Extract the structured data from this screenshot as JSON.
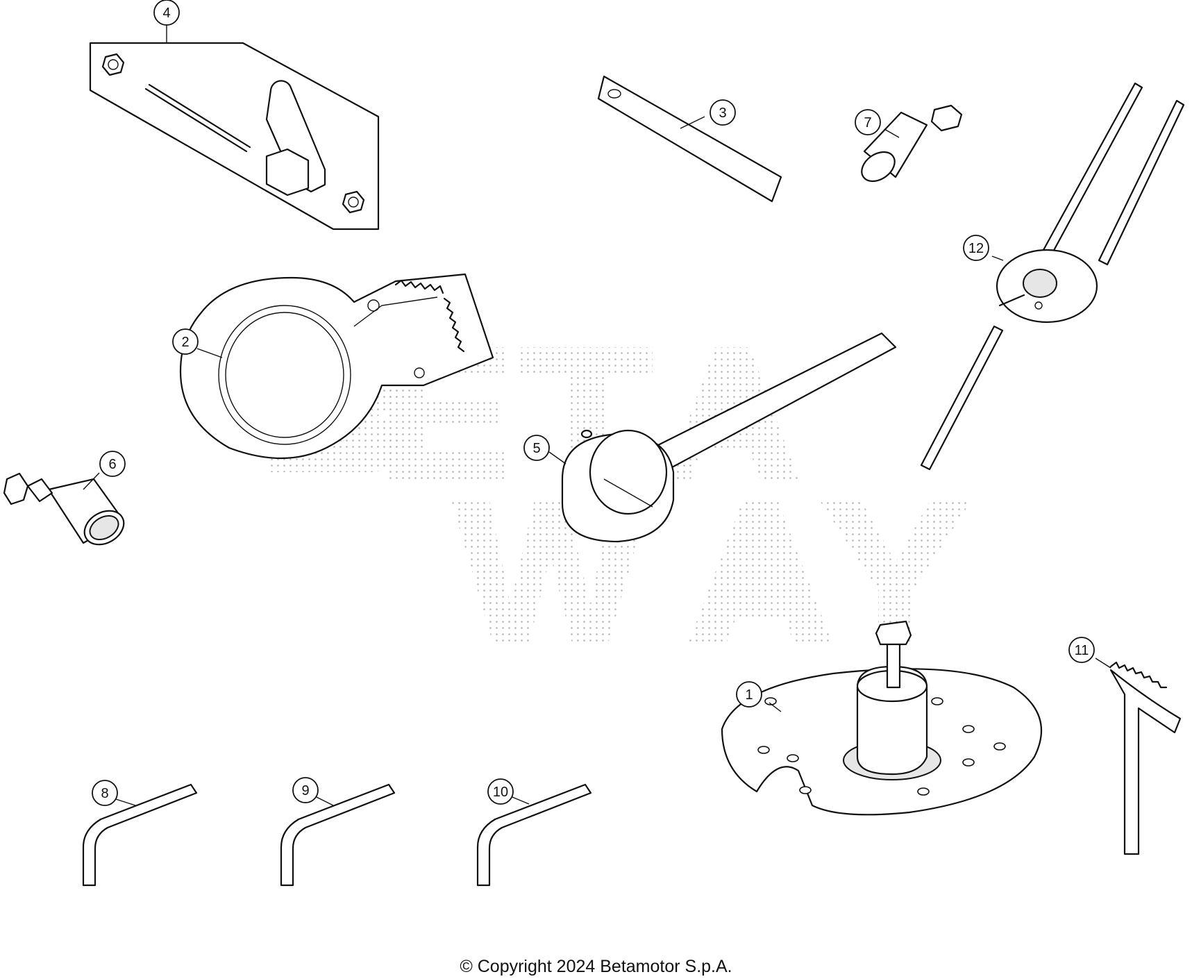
{
  "watermark_logo": "BETA WAY",
  "callouts": [
    {
      "id": "callout-1",
      "label": "1"
    },
    {
      "id": "callout-2",
      "label": "2"
    },
    {
      "id": "callout-3",
      "label": "3"
    },
    {
      "id": "callout-4",
      "label": "4"
    },
    {
      "id": "callout-5",
      "label": "5"
    },
    {
      "id": "callout-6",
      "label": "6"
    },
    {
      "id": "callout-7",
      "label": "7"
    },
    {
      "id": "callout-8",
      "label": "8"
    },
    {
      "id": "callout-9",
      "label": "9"
    },
    {
      "id": "callout-10",
      "label": "10"
    },
    {
      "id": "callout-11",
      "label": "11"
    },
    {
      "id": "callout-12",
      "label": "12"
    }
  ],
  "copyright": "© Copyright 2024 Betamotor S.p.A."
}
